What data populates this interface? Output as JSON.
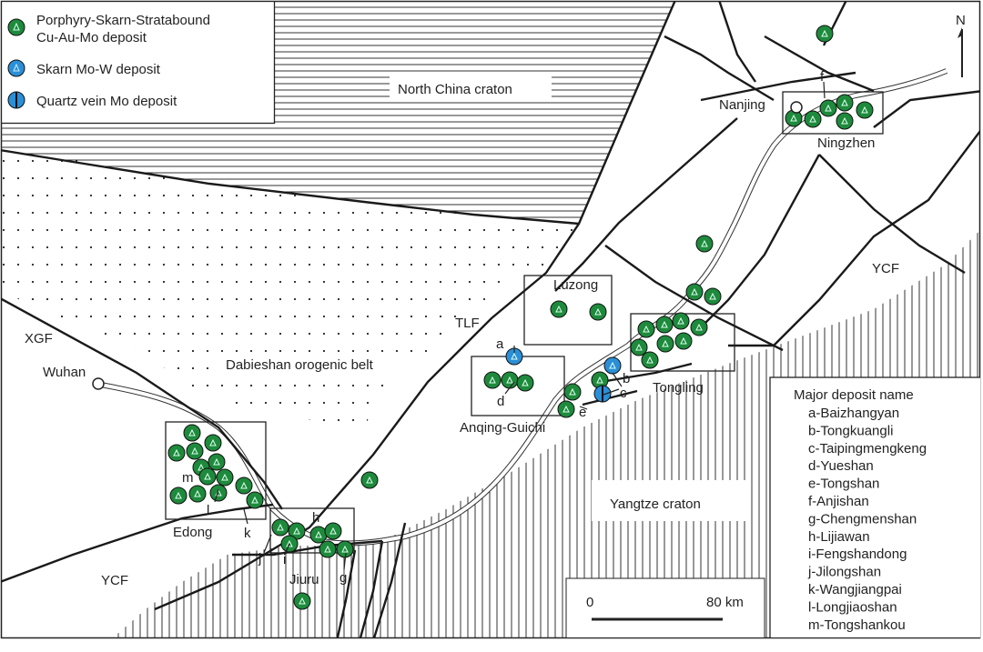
{
  "legend": {
    "items": [
      {
        "label_line1": "Porphyry-Skarn-Stratabound",
        "label_line2": "Cu-Au-Mo deposit",
        "symbol": "green-circle-triangle",
        "color": "#1e8a3c"
      },
      {
        "label": "Skarn Mo-W deposit",
        "symbol": "blue-circle-triangle",
        "color": "#2a8fd6"
      },
      {
        "label": "Quartz vein Mo deposit",
        "symbol": "blue-circle-bar",
        "color": "#2a8fd6"
      }
    ]
  },
  "north_label": "N",
  "regions": {
    "north_china_craton": "North China craton",
    "dabieshan": "Dabieshan orogenic belt",
    "yangtze_craton": "Yangtze craton"
  },
  "faults": {
    "tlf": "TLF",
    "xgf": "XGF",
    "ycf_west": "YCF",
    "ycf_east": "YCF"
  },
  "cities": {
    "wuhan": "Wuhan",
    "nanjing": "Nanjing"
  },
  "ore_districts": {
    "ningzhen": "Ningzhen",
    "luzong": "Luzong",
    "tongling": "Tongling",
    "anqing_guichi": "Anqing-Guichi",
    "edong": "Edong",
    "jiuru": "Jiuru"
  },
  "deposit_letters": {
    "a": "a",
    "b": "b",
    "c": "c",
    "d": "d",
    "e": "e",
    "f": "f",
    "g": "g",
    "h": "h",
    "i": "i",
    "j": "j",
    "k": "k",
    "l": "l",
    "m": "m"
  },
  "scale_bar": {
    "start": "0",
    "end": "80 km"
  },
  "deposit_names": {
    "title": "Major deposit name",
    "items": [
      "a-Baizhangyan",
      "b-Tongkuangli",
      "c-Taipingmengkeng",
      "d-Yueshan",
      "e-Tongshan",
      "f-Anjishan",
      "g-Chengmenshan",
      "h-Lijiawan",
      "i-Fengshandong",
      "j-Jilongshan",
      "k-Wangjiangpai",
      "l-Longjiaoshan",
      "m-Tongshankou"
    ]
  },
  "colors": {
    "green_deposit": "#1e8a3c",
    "blue_deposit": "#2a8fd6",
    "line": "#1a1a1a"
  }
}
